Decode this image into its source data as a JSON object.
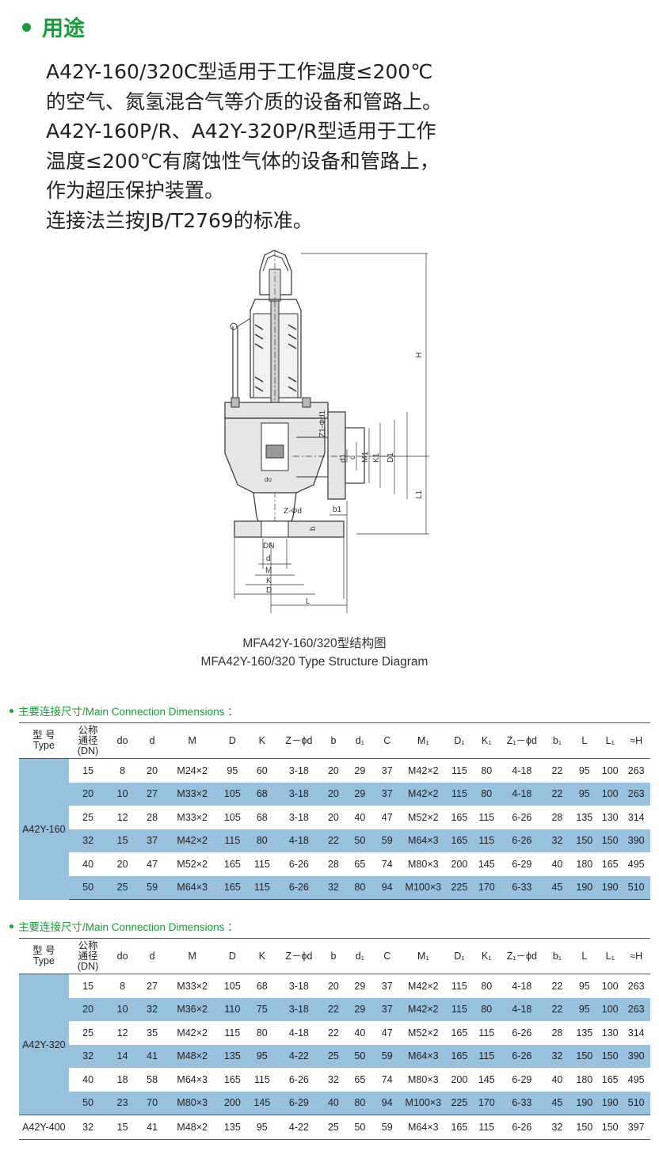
{
  "usage": {
    "title": "用途",
    "lines": [
      "A42Y-160/320C型适用于工作温度≤200℃",
      "的空气、氮氢混合气等介质的设备和管路上。",
      "A42Y-160P/R、A42Y-320P/R型适用于工作",
      "温度≤200℃有腐蚀性气体的设备和管路上，",
      "作为超压保护装置。",
      "连接法兰按JB/T2769的标准。"
    ]
  },
  "diagram": {
    "labels": {
      "H": "H",
      "Z1d1": "Z1-Φd1",
      "d1": "d1",
      "c": "c",
      "M1": "M1",
      "K1": "K1",
      "D1": "D1",
      "L1": "L1",
      "b1": "b1",
      "Zd": "Z-Φd",
      "b": "b",
      "do": "do",
      "DN": "DN",
      "d": "d",
      "M": "M",
      "K": "K",
      "D": "D",
      "L": "L"
    },
    "caption_cn": "MFA42Y-160/320型结构图",
    "caption_en": "MFA42Y-160/320 Type Structure Diagram"
  },
  "table1": {
    "title": "主要连接尺寸/Main Connection Dimensions ：",
    "headers": {
      "type": [
        "型 号",
        "Type"
      ],
      "dn": [
        "公称",
        "通径",
        "(DN)"
      ],
      "cols": [
        "do",
        "d",
        "M",
        "D",
        "K",
        "Z－ϕd",
        "b",
        "d₁",
        "C",
        "M₁",
        "D₁",
        "K₁",
        "Z₁－ϕd",
        "b₁",
        "L",
        "L₁",
        "≈H"
      ]
    },
    "type": "A42Y-160",
    "rows": [
      [
        "15",
        "8",
        "20",
        "M24×2",
        "95",
        "60",
        "3-18",
        "20",
        "29",
        "37",
        "M42×2",
        "115",
        "80",
        "4-18",
        "22",
        "95",
        "100",
        "263"
      ],
      [
        "20",
        "10",
        "27",
        "M33×2",
        "105",
        "68",
        "3-18",
        "20",
        "29",
        "37",
        "M42×2",
        "115",
        "80",
        "4-18",
        "22",
        "95",
        "100",
        "263"
      ],
      [
        "25",
        "12",
        "28",
        "M33×2",
        "105",
        "68",
        "3-18",
        "20",
        "40",
        "47",
        "M52×2",
        "165",
        "115",
        "6-26",
        "28",
        "135",
        "130",
        "314"
      ],
      [
        "32",
        "15",
        "37",
        "M42×2",
        "115",
        "80",
        "4-18",
        "22",
        "50",
        "59",
        "M64×3",
        "165",
        "115",
        "6-26",
        "32",
        "150",
        "150",
        "390"
      ],
      [
        "40",
        "20",
        "47",
        "M52×2",
        "165",
        "115",
        "6-26",
        "28",
        "65",
        "74",
        "M80×3",
        "200",
        "145",
        "6-29",
        "40",
        "180",
        "165",
        "495"
      ],
      [
        "50",
        "25",
        "59",
        "M64×3",
        "165",
        "115",
        "6-26",
        "32",
        "80",
        "94",
        "M100×3",
        "225",
        "170",
        "6-33",
        "45",
        "190",
        "190",
        "510"
      ]
    ]
  },
  "table2": {
    "title": "主要连接尺寸/Main Connection Dimensions ：",
    "headers": {
      "type": [
        "型 号",
        "Type"
      ],
      "dn": [
        "公称",
        "通径",
        "(DN)"
      ],
      "cols": [
        "do",
        "d",
        "M",
        "D",
        "K",
        "Z－ϕd",
        "b",
        "d₁",
        "C",
        "M₁",
        "D₁",
        "K₁",
        "Z₁－ϕd",
        "b₁",
        "L",
        "L₁",
        "≈H"
      ]
    },
    "type": "A42Y-320",
    "rows": [
      [
        "15",
        "8",
        "27",
        "M33×2",
        "105",
        "68",
        "3-18",
        "20",
        "29",
        "37",
        "M42×2",
        "115",
        "80",
        "4-18",
        "22",
        "95",
        "100",
        "263"
      ],
      [
        "20",
        "10",
        "32",
        "M36×2",
        "110",
        "75",
        "3-18",
        "22",
        "29",
        "37",
        "M42×2",
        "115",
        "80",
        "4-18",
        "22",
        "95",
        "100",
        "263"
      ],
      [
        "25",
        "12",
        "35",
        "M42×2",
        "115",
        "80",
        "4-18",
        "22",
        "40",
        "47",
        "M52×2",
        "165",
        "115",
        "6-26",
        "28",
        "135",
        "130",
        "314"
      ],
      [
        "32",
        "14",
        "41",
        "M48×2",
        "135",
        "95",
        "4-22",
        "25",
        "50",
        "59",
        "M64×3",
        "165",
        "115",
        "6-26",
        "32",
        "150",
        "150",
        "390"
      ],
      [
        "40",
        "18",
        "58",
        "M64×3",
        "165",
        "115",
        "6-26",
        "32",
        "65",
        "74",
        "M80×3",
        "200",
        "145",
        "6-29",
        "40",
        "180",
        "165",
        "495"
      ],
      [
        "50",
        "23",
        "70",
        "M80×3",
        "200",
        "145",
        "6-29",
        "40",
        "80",
        "94",
        "M100×3",
        "225",
        "170",
        "6-33",
        "45",
        "190",
        "190",
        "510"
      ]
    ],
    "extra_type": "A42Y-400",
    "extra_row": [
      "32",
      "15",
      "41",
      "M48×2",
      "135",
      "95",
      "4-22",
      "25",
      "50",
      "59",
      "M64×3",
      "165",
      "115",
      "6-26",
      "32",
      "150",
      "150",
      "397"
    ]
  }
}
